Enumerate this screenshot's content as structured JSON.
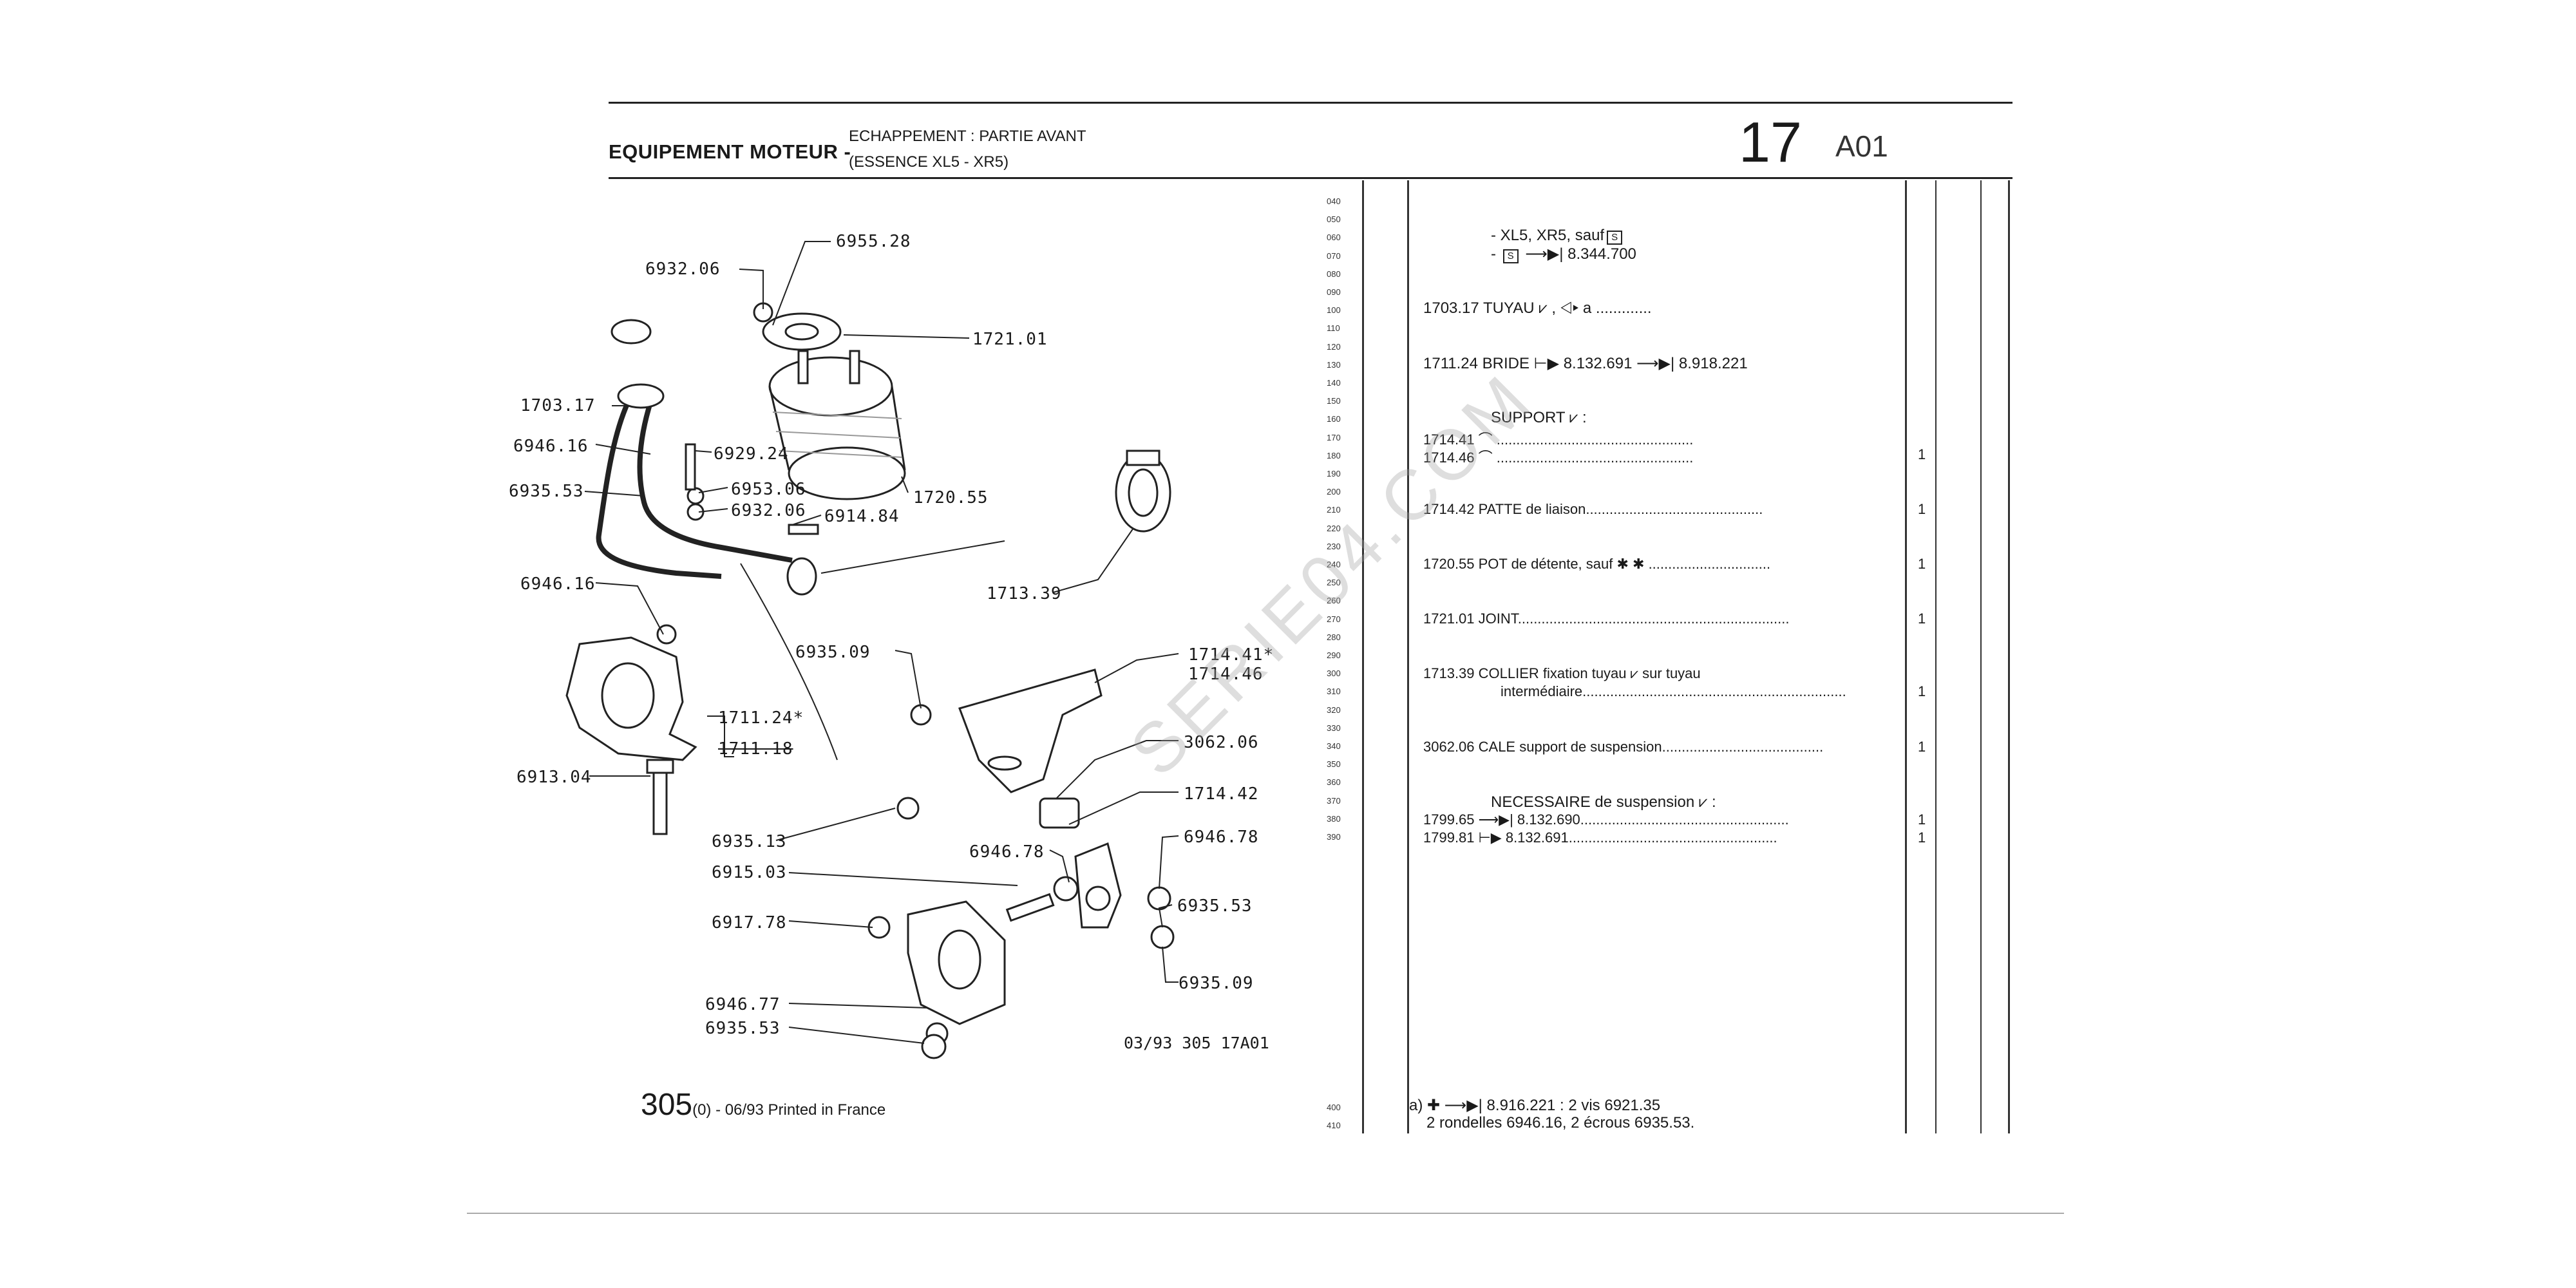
{
  "header": {
    "section": "EQUIPEMENT MOTEUR -",
    "subtitle_1": "ECHAPPEMENT : PARTIE AVANT",
    "subtitle_2": "(ESSENCE XL5 - XR5)",
    "page_number": "17",
    "page_code": "A01"
  },
  "row_numbers": [
    "040",
    "050",
    "060",
    "070",
    "080",
    "090",
    "100",
    "110",
    "120",
    "130",
    "140",
    "150",
    "160",
    "170",
    "180",
    "190",
    "200",
    "210",
    "220",
    "230",
    "240",
    "250",
    "260",
    "270",
    "280",
    "290",
    "300",
    "310",
    "320",
    "330",
    "340",
    "350",
    "360",
    "370",
    "380",
    "390",
    "400",
    "410"
  ],
  "parts_list": {
    "note_1": "- XL5, XR5, sauf",
    "note_1_box": "S",
    "note_2_box": "S",
    "note_2": "8.344.700",
    "rows": [
      {
        "text": "1703.17  TUYAU  ⩗ ,  ◁▸ a .............",
        "qty": ""
      },
      {
        "text": "1711.24  BRIDE  ⊢▶  8.132.691  ⟶▶|  8.918.221",
        "qty": ""
      },
      {
        "text": "SUPPORT  ⩗  :",
        "qty": ""
      },
      {
        "text": "1714.41  ⌒ ..................................................",
        "qty": ""
      },
      {
        "text": "1714.46  ⌒ ..................................................",
        "qty": "1"
      },
      {
        "text": "1714.42  PATTE de liaison.............................................",
        "qty": "1"
      },
      {
        "text": "1720.55  POT de détente, sauf  ✱ ✱   ...............................",
        "qty": "1"
      },
      {
        "text": "1721.01  JOINT.....................................................................",
        "qty": "1"
      },
      {
        "text": "1713.39  COLLIER fixation tuyau  ⩗  sur tuyau",
        "qty": ""
      },
      {
        "text": "intermédiaire...................................................................",
        "qty": "1"
      },
      {
        "text": "3062.06  CALE support de suspension.........................................",
        "qty": "1"
      },
      {
        "text": "NECESSAIRE de suspension  ⩗  :",
        "qty": ""
      },
      {
        "text": "1799.65  ⟶▶|  8.132.690.....................................................",
        "qty": "1"
      },
      {
        "text": "1799.81  ⊢▶  8.132.691.....................................................",
        "qty": "1"
      }
    ],
    "footnote_1": "a)  ✚  ⟶▶|  8.916.221 : 2 vis 6921.35",
    "footnote_2": "2 rondelles 6946.16, 2 écrous 6935.53."
  },
  "callouts": [
    "6932.06",
    "6955.28",
    "1721.01",
    "1703.17",
    "6946.16",
    "6929.24",
    "6935.53",
    "6953.06",
    "6932.06",
    "6914.84",
    "1720.55",
    "1713.39",
    "6946.16",
    "6935.09",
    "1714.41*",
    "1714.46",
    "1711.24*",
    "1711.18",
    "3062.06",
    "1714.42",
    "6913.04",
    "6935.13",
    "6946.78",
    "6946.78",
    "6915.03",
    "6935.53",
    "6917.78",
    "6935.09",
    "6946.77",
    "6935.53"
  ],
  "figure_ref": "03/93  305  17A01",
  "footer": {
    "model": "305",
    "detail": "(0) - 06/93 Printed in France"
  },
  "watermark": "SERIE04.COM"
}
